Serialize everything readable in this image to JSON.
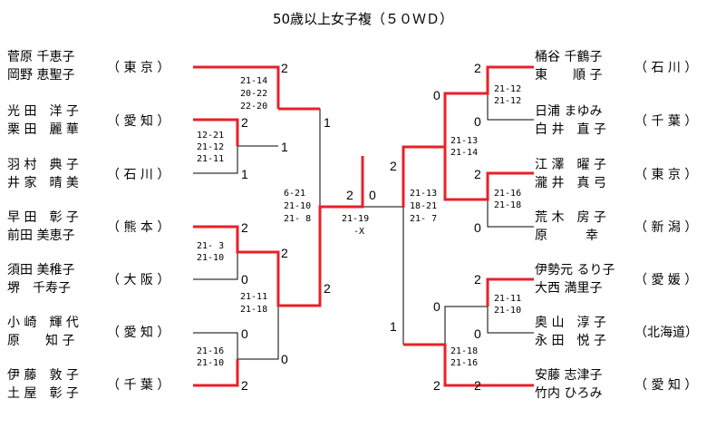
{
  "title": "50歳以上女子複（５０ＷＤ）",
  "left_pairs": [
    {
      "p1": "菅原 千恵子",
      "p2": "岡野 恵聖子",
      "pref": "（ 東 京 ）"
    },
    {
      "p1": "光 田　洋 子",
      "p2": "栗 田　麗 華",
      "pref": "（ 愛 知 ）"
    },
    {
      "p1": "羽 村　典 子",
      "p2": "井 家　晴 美",
      "pref": "（ 石 川 ）"
    },
    {
      "p1": "早 田　彰 子",
      "p2": "前田 美恵子",
      "pref": "（ 熊 本 ）"
    },
    {
      "p1": "須田 美稚子",
      "p2": "堺　千寿子",
      "pref": "（ 大 阪 ）"
    },
    {
      "p1": "小 崎　輝 代",
      "p2": "原　　知 子",
      "pref": "（ 愛 知 ）"
    },
    {
      "p1": "伊 藤　敦 子",
      "p2": "土 屋　彰 子",
      "pref": "（ 千 葉 ）"
    }
  ],
  "right_pairs": [
    {
      "p1": "桶谷 千鶴子",
      "p2": "東　　順 子",
      "pref": "（ 石 川 ）"
    },
    {
      "p1": "日浦 まゆみ",
      "p2": "白 井　直 子",
      "pref": "（ 千 葉 ）"
    },
    {
      "p1": "江 澤　曜 子",
      "p2": "瀧 井　真 弓",
      "pref": "（ 東 京 ）"
    },
    {
      "p1": "荒 木　房 子",
      "p2": "原　　　幸",
      "pref": "（ 新 潟 ）"
    },
    {
      "p1": "伊勢元 るり子",
      "p2": "大西 満里子",
      "pref": "（ 愛 媛 ）"
    },
    {
      "p1": "奥 山　淳 子",
      "p2": "永 田　悦 子",
      "pref": "（北海道）"
    },
    {
      "p1": "安藤 志津子",
      "p2": "竹内 ひろみ",
      "pref": "（ 愛 知 ）"
    }
  ],
  "points": {
    "L1": "2",
    "L2": "2",
    "L3": "1",
    "L4": "1",
    "L5": "1",
    "L6": "2",
    "L7": "2",
    "L8": "0",
    "L9": "0",
    "L10": "0",
    "L11": "2",
    "L12": "2",
    "F1": "2",
    "F2": "0",
    "R1": "2",
    "R2": "0",
    "R3": "0",
    "R4": "2",
    "R5": "2",
    "R6": "0",
    "R7": "2",
    "R8": "0",
    "R9": "0",
    "R10": "1",
    "R11": "2",
    "R12": "2"
  },
  "scores": {
    "l_qf1": [
      "21-14",
      "20-22",
      "22-20"
    ],
    "l_r1a": [
      "12-21",
      "21-12",
      "21-11"
    ],
    "l_sf": [
      "6-21",
      "21-10",
      "21- 8"
    ],
    "l_r1b": [
      "21- 3",
      "21-10"
    ],
    "l_qf2": [
      "21-11",
      "21-18"
    ],
    "l_r1c": [
      "21-16",
      "21-10"
    ],
    "final": [
      "21-19",
      "-X"
    ],
    "r_sf": [
      "21-13",
      "18-21",
      "21- 7"
    ],
    "r_r1a": [
      "21-12",
      "21-12"
    ],
    "r_qf1": [
      "21-13",
      "21-14"
    ],
    "r_r1b": [
      "21-16",
      "21-18"
    ],
    "r_r1c": [
      "21-11",
      "21-10"
    ],
    "r_qf2": [
      "21-18",
      "21-16"
    ]
  },
  "colors": {
    "winner_line": "#e8202a",
    "line": "#000000"
  }
}
